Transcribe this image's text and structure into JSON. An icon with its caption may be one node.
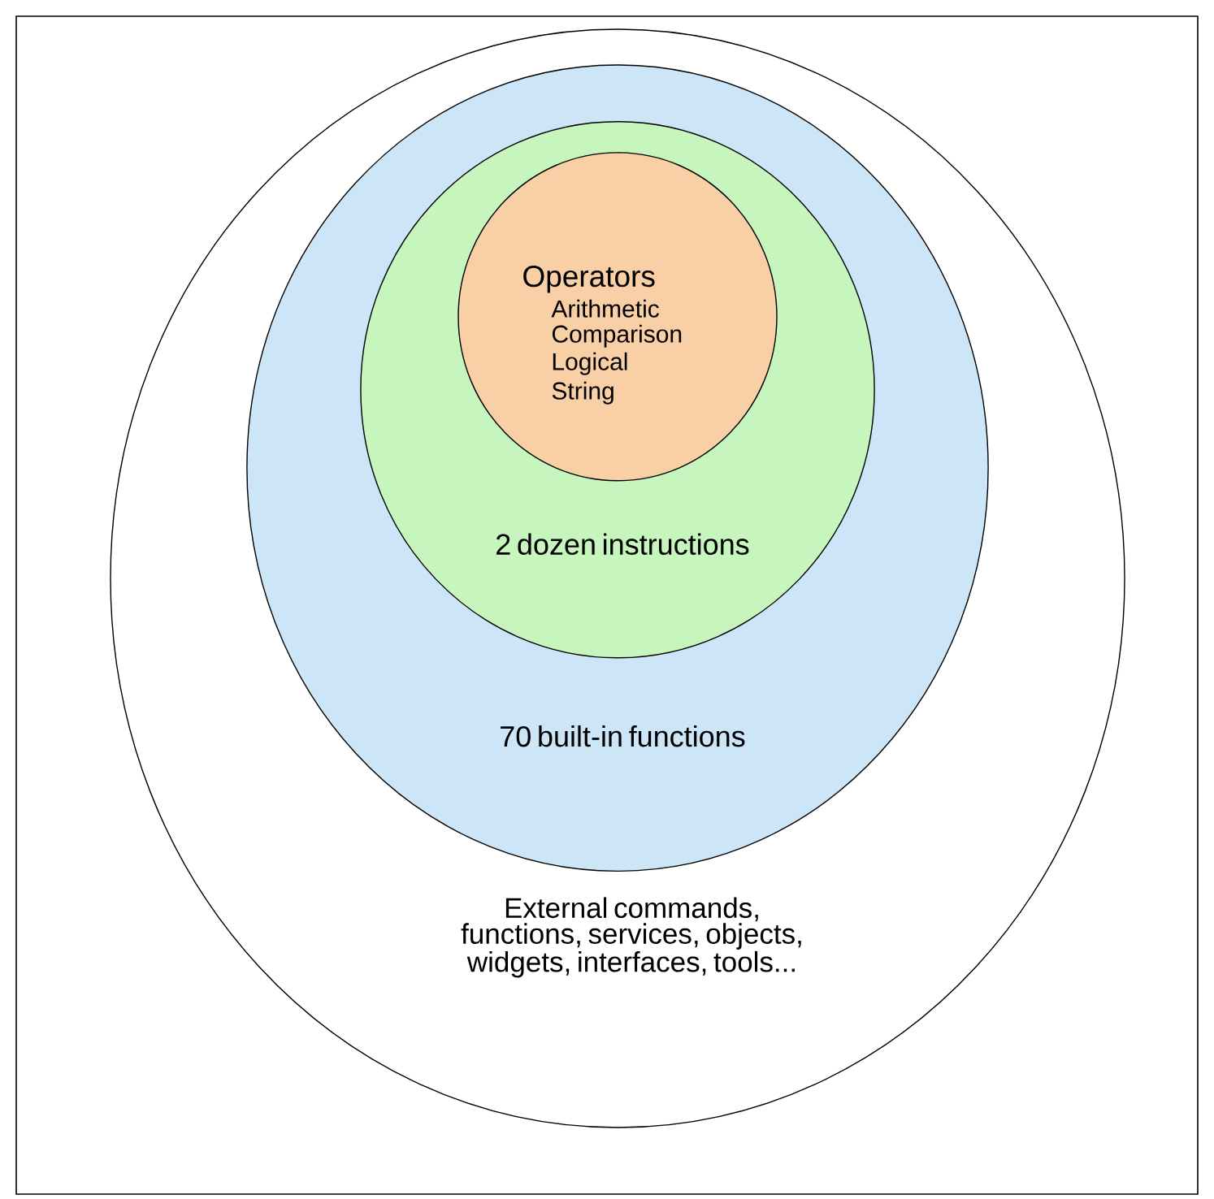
{
  "diagram": {
    "nodes": [
      {
        "text": [
          "External commands, functions, services, objects, widgets, interfaces, tools..."
        ]
      },
      {
        "text": [
          "70 built-in functions"
        ],
        "in": 0
      },
      {
        "text": [
          "2 dozen instructions"
        ],
        "in": 1
      },
      {
        "text": [
          "Operators",
          "Arithmetic",
          "Comparison",
          "Logical",
          "String"
        ],
        "in": 2
      }
    ]
  }
}
